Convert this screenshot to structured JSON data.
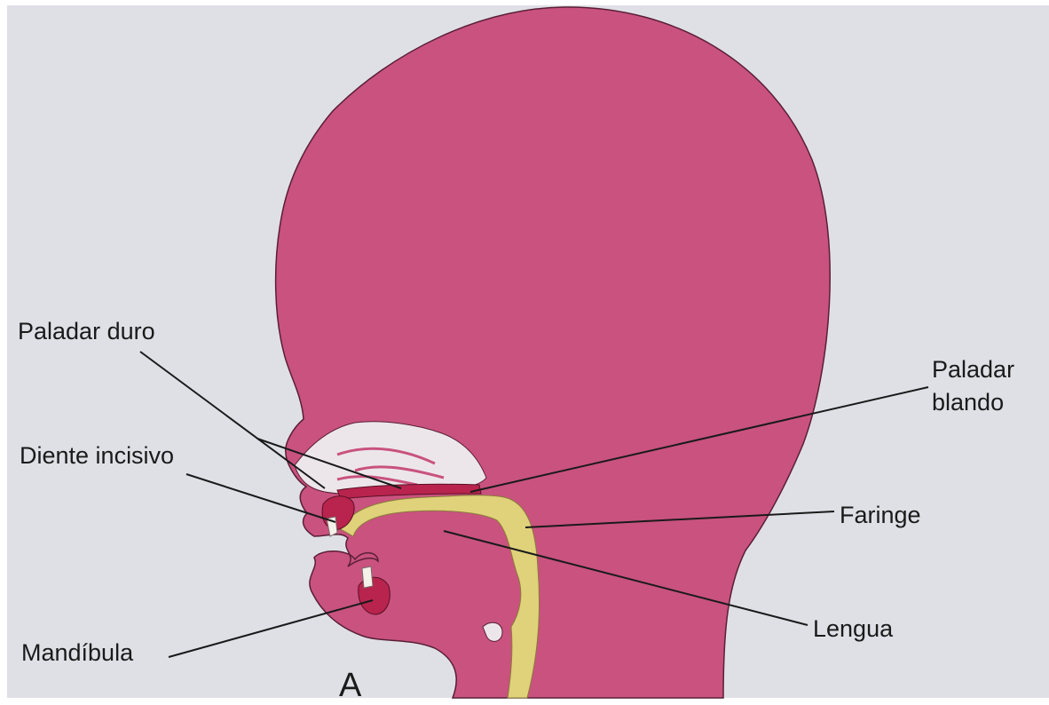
{
  "labels": {
    "paladar_duro": "Paladar duro",
    "diente_incisivo": "Diente incisivo",
    "mandibula": "Mandíbula",
    "paladar_blando_1": "Paladar",
    "paladar_blando_2": "blando",
    "faringe": "Faringe",
    "lengua": "Lengua",
    "panel": "A"
  },
  "colors": {
    "background": "#dfe0e6",
    "head": "#c9527f",
    "head_outline": "#5a1f35",
    "pharynx": "#dfd27a",
    "nasal_cavity": "#ece6ea",
    "teeth_gum": "#b8244e",
    "tooth": "#f4f1ea",
    "leader_line": "#1a1a1a"
  }
}
